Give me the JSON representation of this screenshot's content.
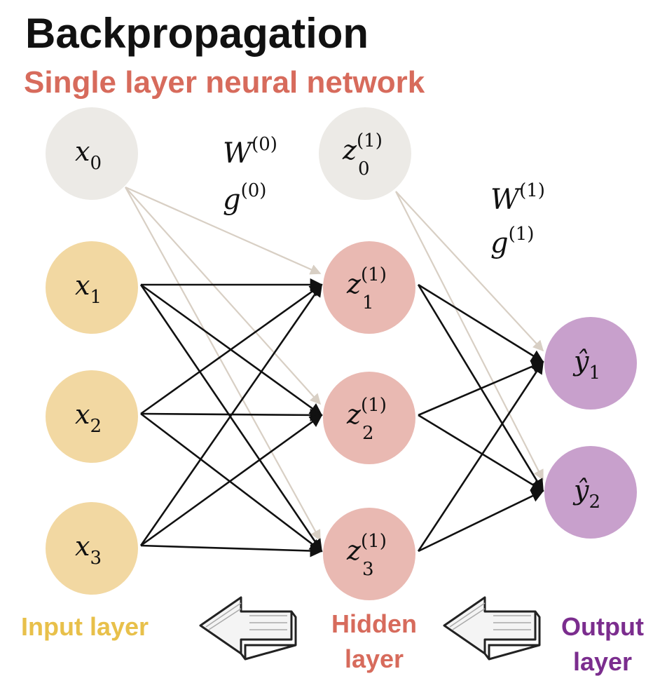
{
  "title": "Backpropagation",
  "subtitle": "Single layer neural network",
  "colors": {
    "bias": "#eceae6",
    "input": "#f2d8a2",
    "hidden": "#e9b9b2",
    "output": "#c8a0cc",
    "input_label": "#e8c04a",
    "hidden_label": "#d76b5c",
    "output_label": "#7b2d8e",
    "bias_edge": "#d8cfc4",
    "edge": "#111111"
  },
  "nodes": {
    "input": [
      {
        "base": "x",
        "sub": "0",
        "sup": "",
        "bias": true
      },
      {
        "base": "x",
        "sub": "1",
        "sup": "",
        "bias": false
      },
      {
        "base": "x",
        "sub": "2",
        "sup": "",
        "bias": false
      },
      {
        "base": "x",
        "sub": "3",
        "sup": "",
        "bias": false
      }
    ],
    "hidden": [
      {
        "base": "z",
        "sub": "0",
        "sup": "(1)",
        "bias": true
      },
      {
        "base": "z",
        "sub": "1",
        "sup": "(1)",
        "bias": false
      },
      {
        "base": "z",
        "sub": "2",
        "sup": "(1)",
        "bias": false
      },
      {
        "base": "z",
        "sub": "3",
        "sup": "(1)",
        "bias": false
      }
    ],
    "output": [
      {
        "base": "ŷ",
        "sub": "1",
        "sup": ""
      },
      {
        "base": "ŷ",
        "sub": "2",
        "sup": ""
      }
    ]
  },
  "weights": {
    "layer0": {
      "w_base": "W",
      "w_sup": "(0)",
      "g_base": "g",
      "g_sup": "(0)"
    },
    "layer1": {
      "w_base": "W",
      "w_sup": "(1)",
      "g_base": "g",
      "g_sup": "(1)"
    }
  },
  "labels": {
    "input_layer": "Input layer",
    "hidden_layer_line1": "Hidden",
    "hidden_layer_line2": "layer",
    "output_layer_line1": "Output",
    "output_layer_line2": "layer"
  },
  "icons": [
    "left-arrow-icon",
    "left-arrow-icon"
  ]
}
